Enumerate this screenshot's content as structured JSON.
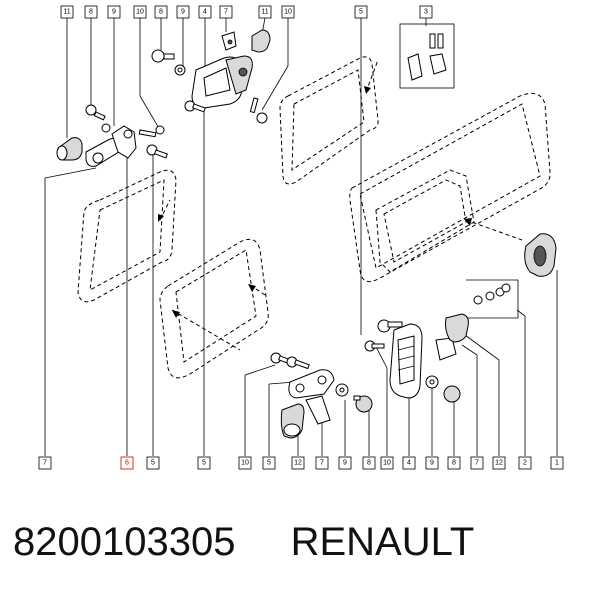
{
  "caption": {
    "part_number": "8200103305",
    "brand": "RENAULT"
  },
  "top_labels": [
    "11",
    "8",
    "9",
    "10",
    "8",
    "9",
    "4",
    "7",
    "11",
    "10",
    "5",
    "3"
  ],
  "bottom_labels": [
    "7",
    "6",
    "5",
    "5",
    "10",
    "5",
    "12",
    "7",
    "9",
    "8",
    "10",
    "4",
    "9",
    "8",
    "7",
    "12",
    "2",
    "1"
  ],
  "highlight_color": "#d00000"
}
